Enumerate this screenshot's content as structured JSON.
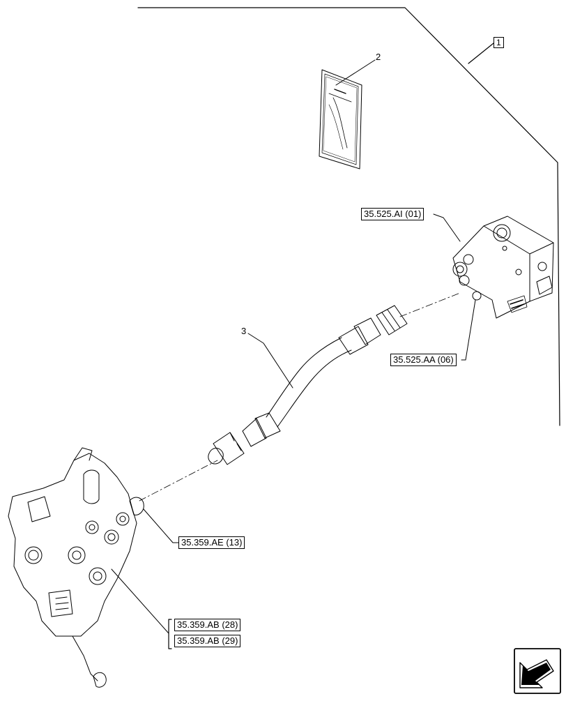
{
  "diagram": {
    "item_numbers": {
      "kit": "1",
      "manual": "2",
      "hose": "3"
    },
    "references": {
      "valve_port_top": "35.525.AI (01)",
      "valve_port_fitting": "35.525.AA (06)",
      "control_valve_fitting": "35.359.AE (13)",
      "control_valve_ref_a": "35.359.AB (28)",
      "control_valve_ref_b": "35.359.AB (29)"
    },
    "icons": {
      "navigation": "arrow-navigation-icon"
    }
  }
}
